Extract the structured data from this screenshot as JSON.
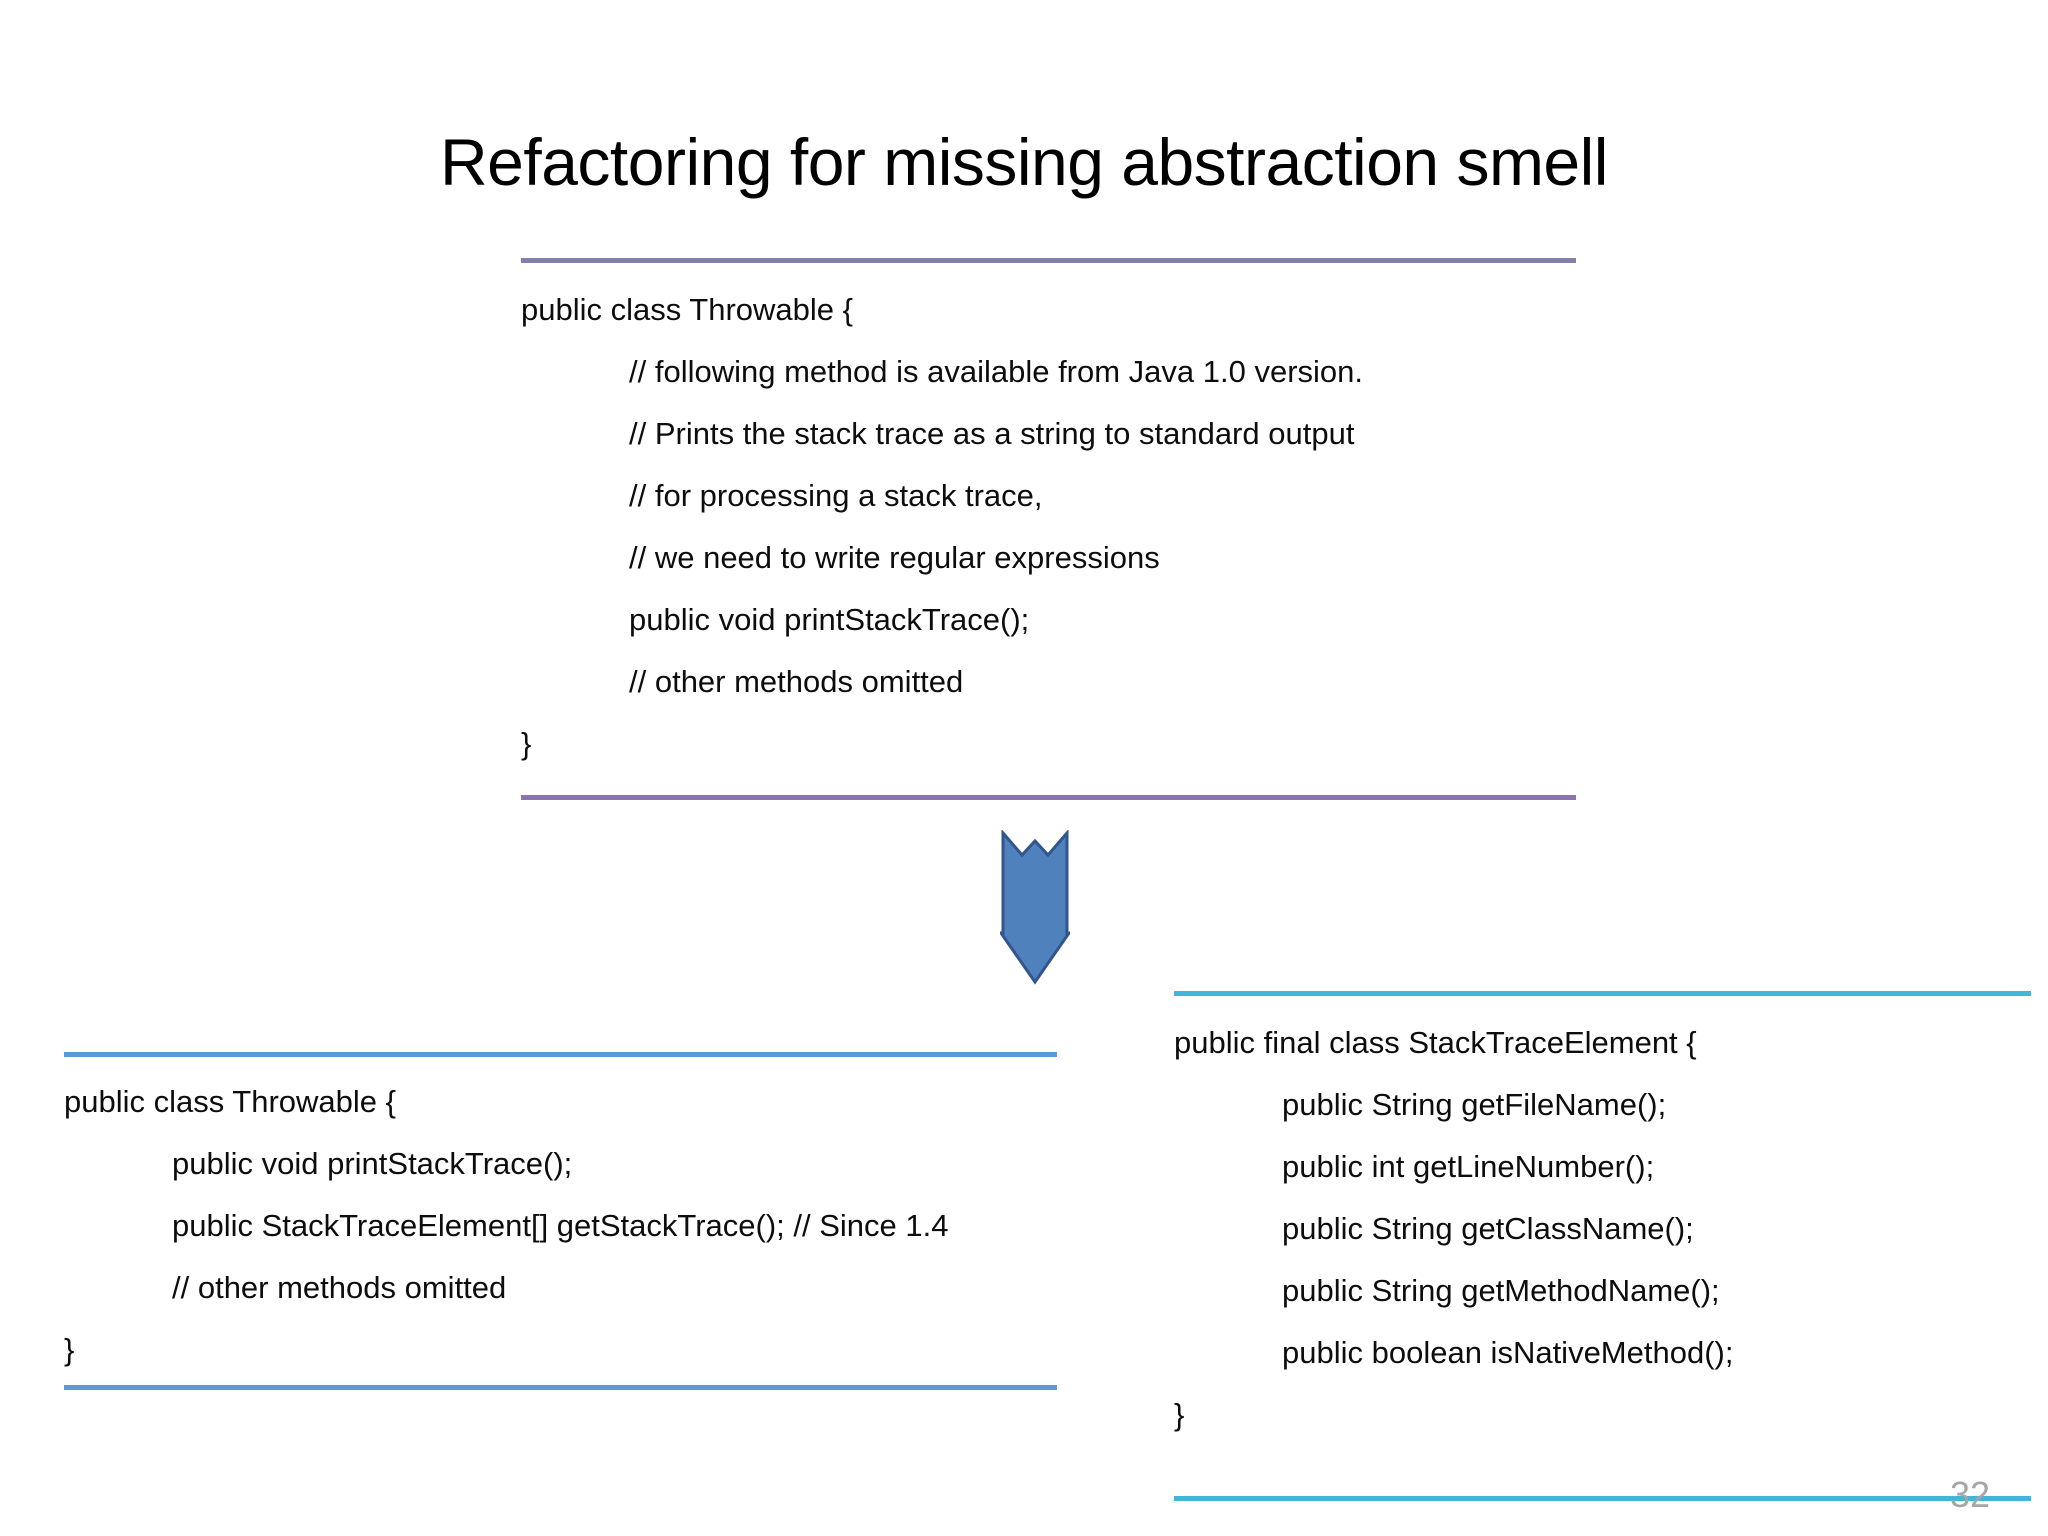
{
  "slide": {
    "title": "Refactoring for missing abstraction smell",
    "page_number": "32",
    "background_color": "#ffffff",
    "text_color": "#000000"
  },
  "arrow": {
    "icon": "arrow-down-icon",
    "direction": "down",
    "fill_color": "#4f81bd",
    "stroke_color": "#31558c"
  },
  "blocks": {
    "top": {
      "name": "throwable-before-code-block",
      "border_top_color": "#8080a8",
      "border_bottom_color": "#8c74ae",
      "lines": [
        {
          "text": "public class Throwable {",
          "indent": 0
        },
        {
          "text": "// following method is available from Java 1.0 version.",
          "indent": 1
        },
        {
          "text": "// Prints the stack trace as a string to standard output",
          "indent": 1
        },
        {
          "text": "// for processing a stack trace,",
          "indent": 1
        },
        {
          "text": "// we need to write regular expressions",
          "indent": 1
        },
        {
          "text": "public void printStackTrace();",
          "indent": 1
        },
        {
          "text": "// other methods omitted",
          "indent": 1
        },
        {
          "text": "}",
          "indent": 0
        }
      ]
    },
    "left": {
      "name": "throwable-after-code-block",
      "border_top_color": "#5b9bd5",
      "border_bottom_color": "#5b9bd5",
      "lines": [
        {
          "text": "public class Throwable {",
          "indent": 0
        },
        {
          "text": "public void printStackTrace();",
          "indent": 1
        },
        {
          "text": "public StackTraceElement[] getStackTrace(); // Since 1.4",
          "indent": 1
        },
        {
          "text": "// other methods omitted",
          "indent": 1
        },
        {
          "text": "}",
          "indent": 0
        }
      ]
    },
    "right": {
      "name": "stacktraceelement-code-block",
      "border_top_color": "#41b6d9",
      "border_bottom_color": "#41b6d9",
      "lines": [
        {
          "text": "public final class StackTraceElement {",
          "indent": 0
        },
        {
          "text": "public String getFileName();",
          "indent": 1
        },
        {
          "text": "public int getLineNumber();",
          "indent": 1
        },
        {
          "text": "public String getClassName();",
          "indent": 1
        },
        {
          "text": "public String getMethodName();",
          "indent": 1
        },
        {
          "text": "public boolean isNativeMethod();",
          "indent": 1
        },
        {
          "text": "}",
          "indent": 0
        }
      ]
    }
  }
}
